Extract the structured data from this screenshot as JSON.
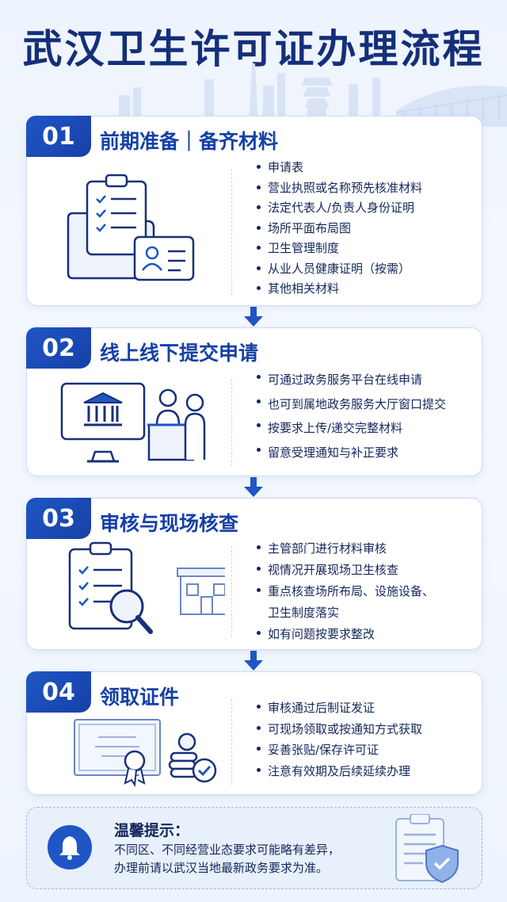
{
  "title": "武汉卫生许可证办理流程",
  "steps": [
    {
      "num": "01",
      "title": "前期准备｜备齐材料",
      "items": [
        "申请表",
        "营业执照或名称预先核准材料",
        "法定代表人/负责人身份证明",
        "场所平面布局图",
        "卫生管理制度",
        "从业人员健康证明（按需）",
        "其他相关材料"
      ]
    },
    {
      "num": "02",
      "title": "线上线下提交申请",
      "items": [
        "可通过政务服务平台在线申请",
        "也可到属地政务服务大厅窗口提交",
        "按要求上传/递交完整材料",
        "留意受理通知与补正要求"
      ]
    },
    {
      "num": "03",
      "title": "审核与现场核查",
      "items": [
        "主管部门进行材料审核",
        "视情况开展现场卫生核查",
        "重点核查场所布局、设施设备、",
        "卫生制度落实",
        "如有问题按要求整改"
      ]
    },
    {
      "num": "04",
      "title": "领取证件",
      "items": [
        "审核通过后制证发证",
        "可现场领取或按通知方式获取",
        "妥善张贴/保存许可证",
        "注意有效期及后续延续办理"
      ]
    }
  ],
  "tip": {
    "title": "温馨提示：",
    "line1": "不同区、不同经营业态要求可能略有差异，",
    "line2": "办理前请以武汉当地最新政务要求为准。"
  },
  "colors": {
    "primary": "#1f56c5",
    "dark": "#142f7a",
    "text": "#14265a"
  },
  "icons": [
    "clipboard-icon",
    "folder-icon",
    "id-card-icon",
    "government-building-icon",
    "service-counter-icon",
    "magnifier-icon",
    "building-icon",
    "certificate-icon",
    "award-ribbon-icon",
    "coins-icon",
    "check-icon",
    "bell-icon",
    "shield-check-icon",
    "arrow-down-icon"
  ]
}
